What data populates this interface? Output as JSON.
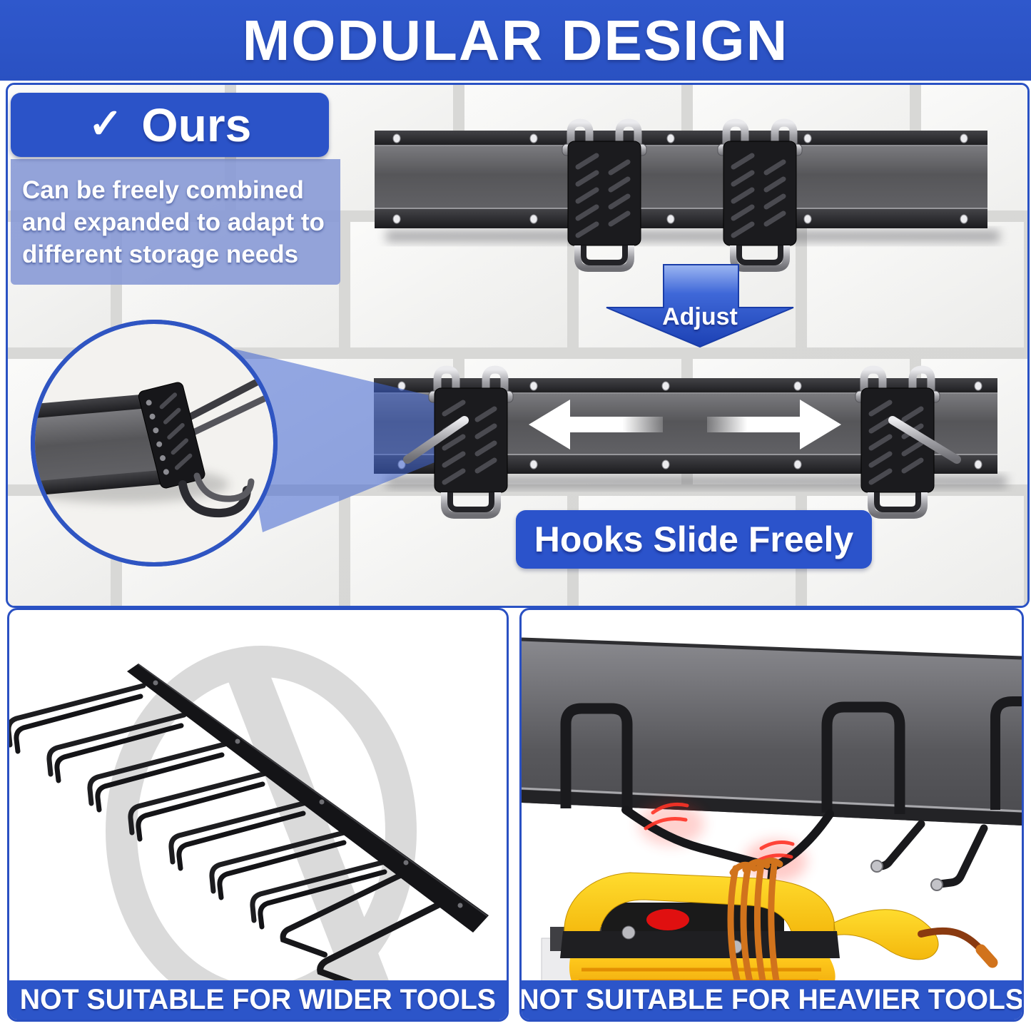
{
  "banner": {
    "title": "MODULAR DESIGN"
  },
  "ours": {
    "check": "✓",
    "label": "Ours",
    "description_lines": {
      "0": "Can be freely combined",
      "1": "and expanded to adapt to",
      "2": "different storage needs"
    }
  },
  "rail_diagram": {
    "adjust_label": "Adjust",
    "slide_label": "Hooks Slide Freely"
  },
  "comparison": {
    "left_caption": "NOT SUITABLE FOR WIDER TOOLS",
    "right_caption": "NOT SUITABLE FOR HEAVIER TOOLS"
  },
  "colors": {
    "primary_blue": "#2b53c8",
    "caption_blue": "#2c55c9",
    "beam_blue": "#3e63cf",
    "arrow_white": "#ffffff",
    "alert_red": "#ff3326",
    "tool_yellow": "#ffd21e",
    "cord_orange": "#d1731c",
    "rail_gray": "#55555a",
    "brick_white": "#f7f7f5",
    "mortar_gray": "#d4d4d2"
  }
}
